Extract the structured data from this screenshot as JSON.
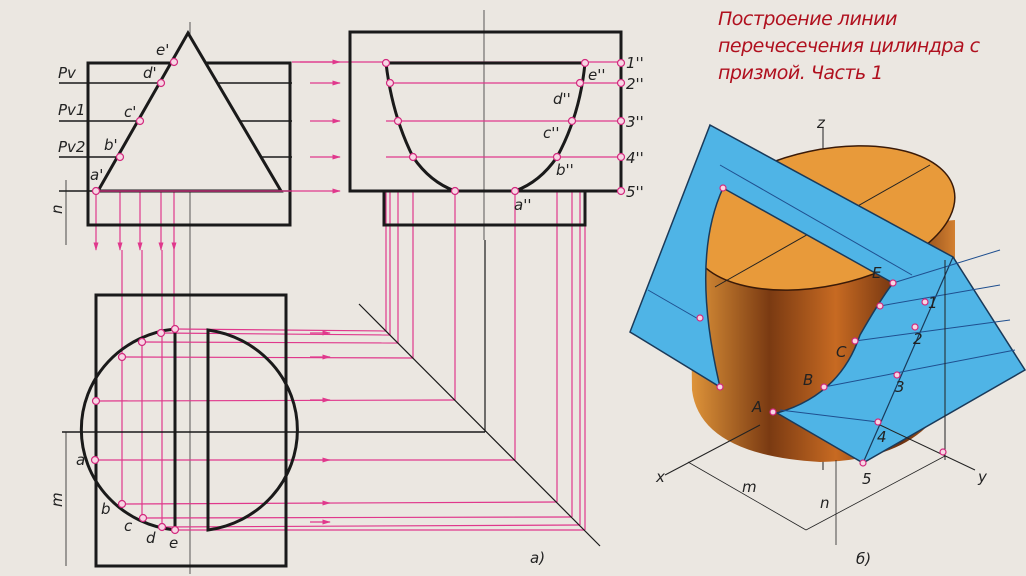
{
  "title": "Построение линии перечесечения цилиндра с призмой. Часть 1",
  "front_view": {
    "plane_labels": [
      "Pv",
      "Pv1",
      "Pv2"
    ],
    "points": [
      "a'",
      "b'",
      "c'",
      "d'",
      "e'"
    ],
    "dimension": "n"
  },
  "side_view": {
    "points": [
      "a''",
      "b''",
      "c''",
      "d''",
      "e''"
    ],
    "edge_points": [
      "1''",
      "2''",
      "3''",
      "4''",
      "5''"
    ]
  },
  "top_view": {
    "points": [
      "a",
      "b",
      "c",
      "d",
      "e"
    ],
    "dimension": "m"
  },
  "axonometric": {
    "axes": [
      "x",
      "y",
      "z"
    ],
    "points": [
      "A",
      "B",
      "C",
      "E"
    ],
    "edge_points": [
      "1",
      "2",
      "3",
      "4",
      "5"
    ],
    "dimensions": [
      "m",
      "n"
    ]
  },
  "captions": {
    "left": "а)",
    "right": "б)"
  },
  "colors": {
    "construction_lines": "#e0388c",
    "prism": "#4fb4e6",
    "cylinder": "#d9822b",
    "title": "#b0101e"
  }
}
